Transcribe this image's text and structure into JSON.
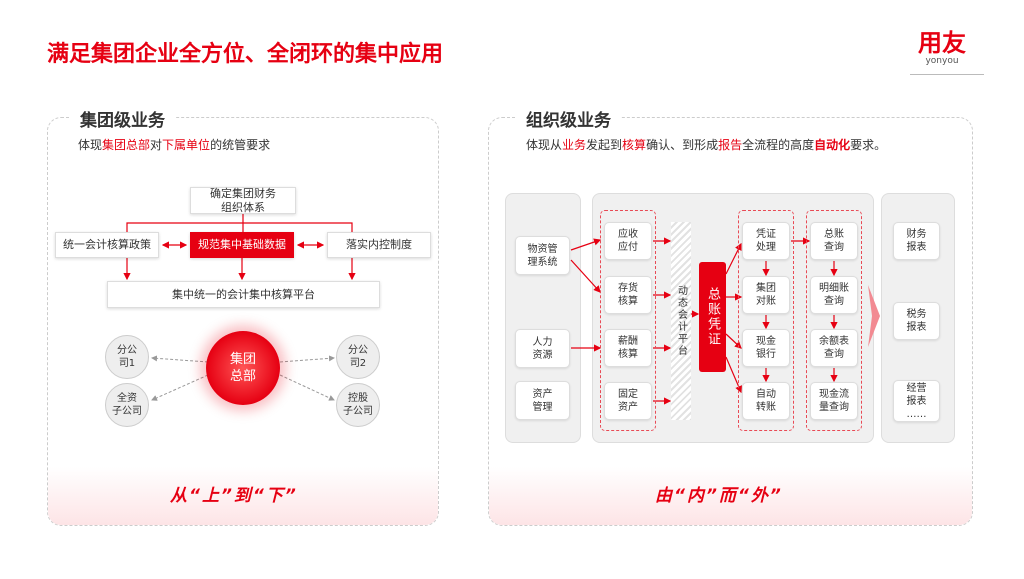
{
  "header": {
    "title": "满足集团企业全方位、全闭环的集中应用",
    "logo_cn": "用友",
    "logo_en": "yonyou"
  },
  "left": {
    "title": "集团级业务",
    "subtitle": {
      "p1": "体现",
      "h1": "集团总部",
      "p2": "对",
      "h2": "下属单位",
      "p3": "的统管要求"
    },
    "top_box": "确定集团财务\n组织体系",
    "left_box": "统一会计核算政策",
    "center_box": "规范集中基础数据",
    "right_box": "落实内控制度",
    "bottom_box": "集中统一的会计集中核算平台",
    "core": "集团\n总部",
    "nodes": [
      "分公\n司1",
      "全资\n子公司",
      "分公\n司2",
      "控股\n子公司"
    ],
    "slogan": "从“上”到“下”"
  },
  "right": {
    "title": "组织级业务",
    "subtitle": {
      "p1": "体现从",
      "h1": "业务",
      "p2": "发起到",
      "h2": "核算",
      "p3": "确认、到形成",
      "h3": "报告",
      "p4": "全流程的高度",
      "h4": "自动化",
      "p5": "要求。"
    },
    "sources": [
      "物资管\n理系统",
      "人力\n资源",
      "资产\n管理"
    ],
    "modules": [
      "应收\n应付",
      "存货\n核算",
      "薪酬\n核算",
      "固定\n资产"
    ],
    "platform": "动态会计平台",
    "voucher": "总账凭证",
    "processing": [
      "凭证\n处理",
      "集团\n对账",
      "现金\n银行",
      "自动\n转账"
    ],
    "queries": [
      "总账\n查询",
      "明细账\n查询",
      "余额表\n查询",
      "现金流\n量查询"
    ],
    "reports": [
      "财务\n报表",
      "税务\n报表",
      "经营\n报表\n……"
    ],
    "slogan": "由“内”而“外”"
  },
  "colors": {
    "accent": "#e60012"
  }
}
